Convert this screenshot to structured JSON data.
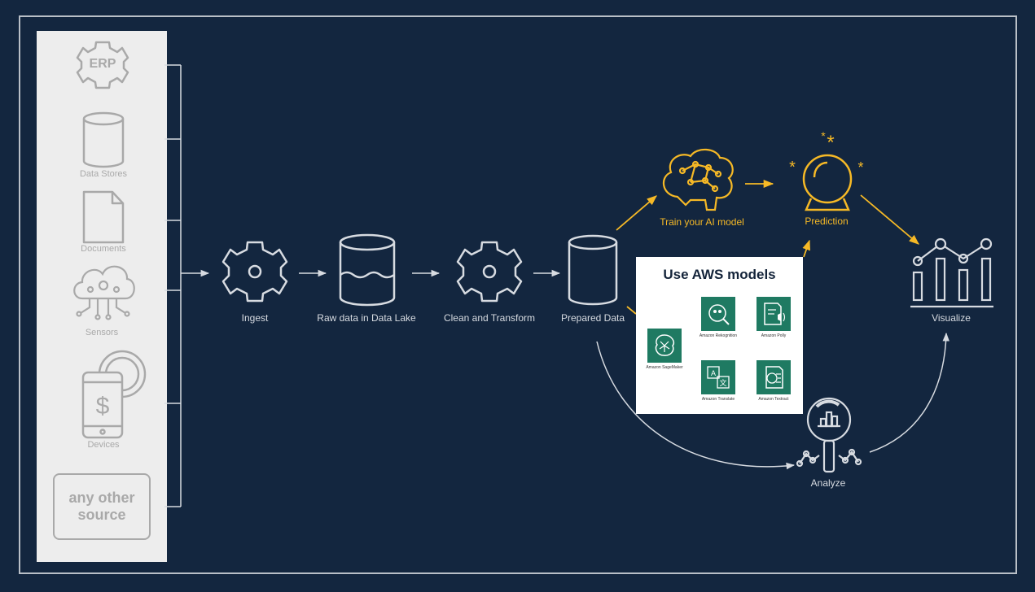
{
  "sources": {
    "erp": "ERP",
    "data_stores": "Data Stores",
    "documents": "Documents",
    "sensors": "Sensors",
    "devices": "Devices",
    "any_other": "any other source"
  },
  "pipeline": {
    "ingest": "Ingest",
    "raw_data": "Raw data in Data Lake",
    "clean": "Clean and Transform",
    "prepared": "Prepared Data",
    "train": "Train your AI model",
    "prediction": "Prediction",
    "visualize": "Visualize",
    "analyze": "Analyze"
  },
  "aws": {
    "title": "Use AWS models",
    "services": {
      "sagemaker": "Amazon SageMaker",
      "rekognition": "Amazon Rekognition",
      "polly": "Amazon Polly",
      "translate": "Amazon Translate",
      "textract": "Amazon Textract"
    }
  },
  "colors": {
    "background": "#13263f",
    "accent": "#f6b926",
    "line": "#d7dbe1",
    "panel": "#ededed",
    "aws_tile": "#1f7a62"
  },
  "icons": [
    "gear-icon",
    "database-icon",
    "document-icon",
    "cloud-network-icon",
    "phone-payment-icon",
    "brain-icon",
    "crystal-ball-icon",
    "chart-icon",
    "magnifier-chart-icon"
  ]
}
